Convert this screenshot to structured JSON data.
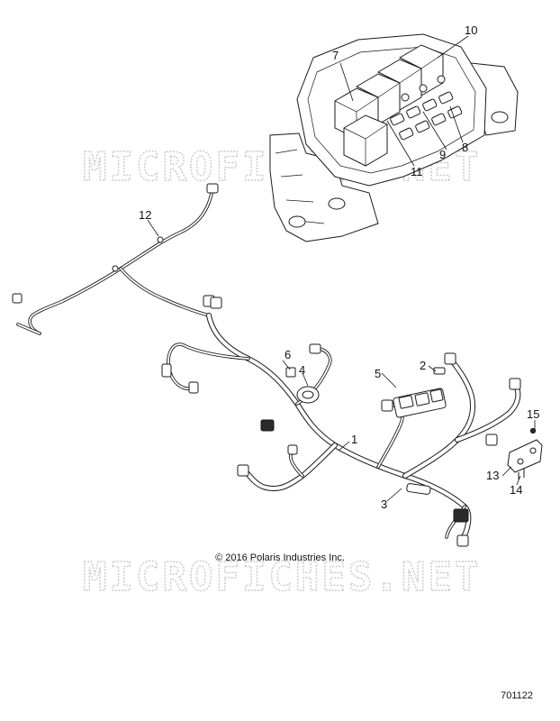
{
  "watermark": {
    "text": "MICROFICHES.NET"
  },
  "copyright": "© 2016 Polaris Industries Inc.",
  "figure_number": "701122",
  "callouts": {
    "c1": "1",
    "c2": "2",
    "c3": "3",
    "c4": "4",
    "c5": "5",
    "c6": "6",
    "c7": "7",
    "c8": "8",
    "c9": "9",
    "c10": "10",
    "c11": "11",
    "c12": "12",
    "c13": "13",
    "c14": "14",
    "c15": "15"
  }
}
